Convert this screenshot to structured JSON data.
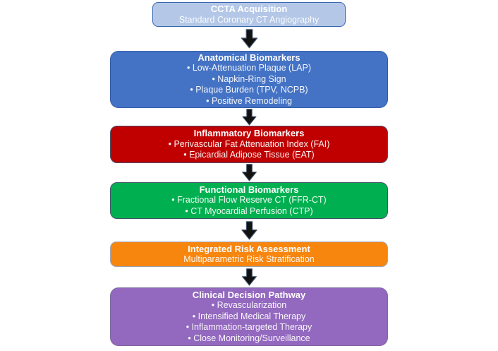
{
  "flowchart": {
    "boxes": [
      {
        "id": "ccta-acquisition",
        "title": "CCTA Acquisition",
        "lines": [
          "Standard Coronary CT Angiography"
        ],
        "fill": "#B4C7E7",
        "border": "#3A66B1"
      },
      {
        "id": "anatomical-biomarkers",
        "title": "Anatomical Biomarkers",
        "lines": [
          "• Low-Attenuation Plaque (LAP)",
          "• Napkin-Ring Sign",
          "• Plaque Burden (TPV, NCPB)",
          "• Positive Remodeling"
        ],
        "fill": "#4472C4",
        "border": "#365EA8"
      },
      {
        "id": "inflammatory-biomarkers",
        "title": "Inflammatory Biomarkers",
        "lines": [
          "• Perivascular Fat Attenuation Index (FAI)",
          "• Epicardial Adipose Tissue (EAT)"
        ],
        "fill": "#C00000",
        "border": "#44546A"
      },
      {
        "id": "functional-biomarkers",
        "title": "Functional Biomarkers",
        "lines": [
          "• Fractional Flow Reserve CT (FFR-CT)",
          "• CT Myocardial Perfusion (CTP)"
        ],
        "fill": "#00B050",
        "border": "#44546A"
      },
      {
        "id": "integrated-risk-assessment",
        "title": "Integrated Risk Assessment",
        "lines": [
          "Multiparametric Risk Stratification"
        ],
        "fill": "#F7860F",
        "border": "#9AA7BC"
      },
      {
        "id": "clinical-decision-pathway",
        "title": "Clinical Decision Pathway",
        "lines": [
          "• Revascularization",
          "• Intensified Medical Therapy",
          "• Inflammation-targeted Therapy",
          "• Close Monitoring/Surveillance"
        ],
        "fill": "#9368BF",
        "border": "#7D6BA0"
      }
    ],
    "arrow": {
      "name": "down-arrow",
      "fill": "#121212",
      "stroke": "#44546A"
    }
  }
}
